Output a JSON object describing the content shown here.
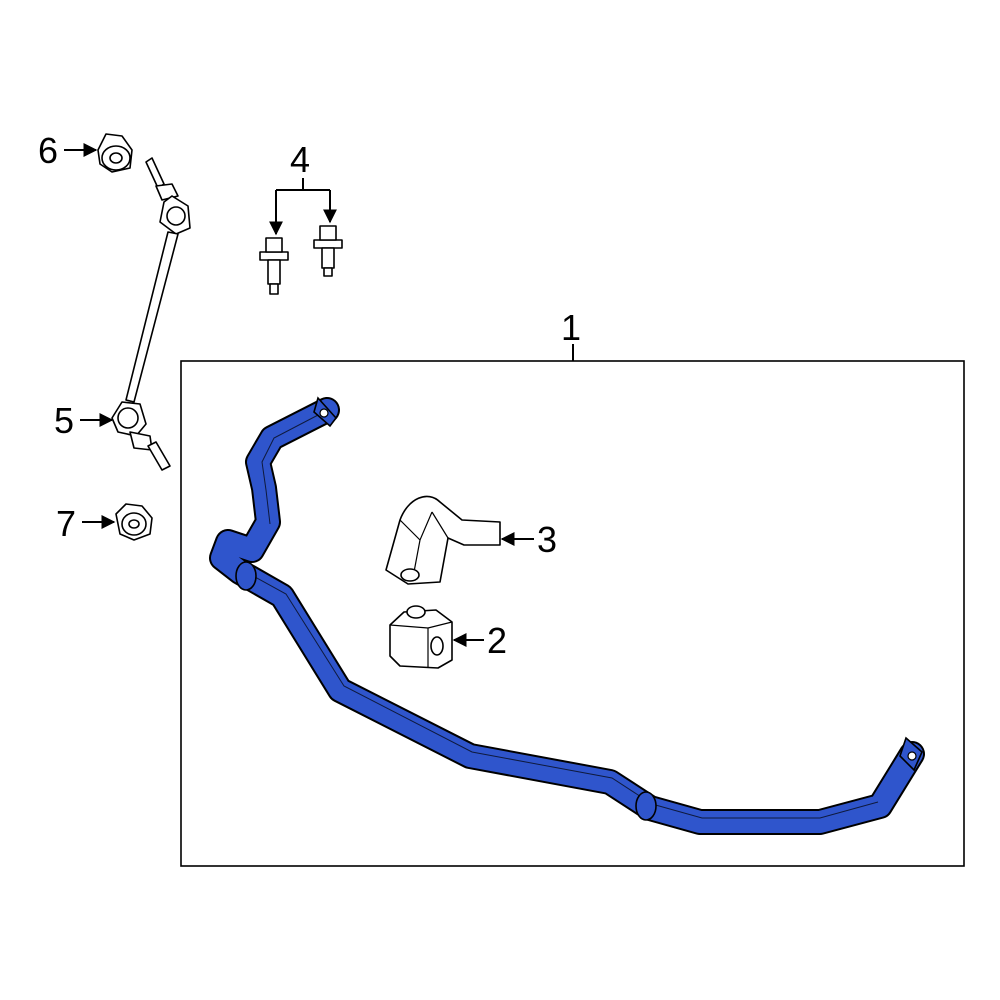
{
  "diagram": {
    "callouts": {
      "c1": "1",
      "c2": "2",
      "c3": "3",
      "c4": "4",
      "c5": "5",
      "c6": "6",
      "c7": "7"
    },
    "colors": {
      "highlight": "#2f55cc",
      "line": "#000000",
      "background": "#ffffff"
    }
  }
}
